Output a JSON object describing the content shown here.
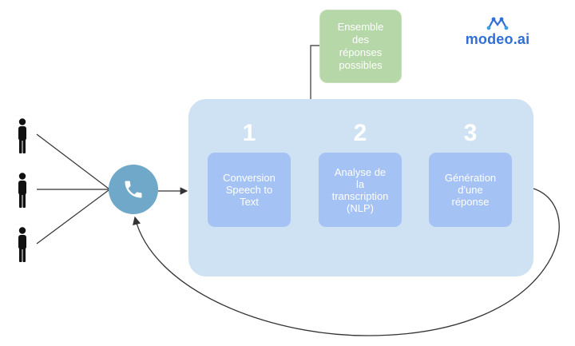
{
  "brand": {
    "name": "modeo.ai",
    "color": "#2f6fd6"
  },
  "resources": {
    "label": "Ensemble\ndes\nréponses\npossibles"
  },
  "steps": [
    {
      "number": "1",
      "label": "Conversion\nSpeech to\nText"
    },
    {
      "number": "2",
      "label": "Analyse de\nla\ntranscription\n(NLP)"
    },
    {
      "number": "3",
      "label": "Génération\nd'une\nréponse"
    }
  ],
  "icons": {
    "caller": "person-icon",
    "phone": "phone-icon"
  },
  "colors": {
    "panel": "#cfe2f3",
    "step_box": "#a4c2f4",
    "resource_box": "#b6d7a8",
    "phone_circle": "#6fa8c8",
    "text": "#ffffff"
  }
}
